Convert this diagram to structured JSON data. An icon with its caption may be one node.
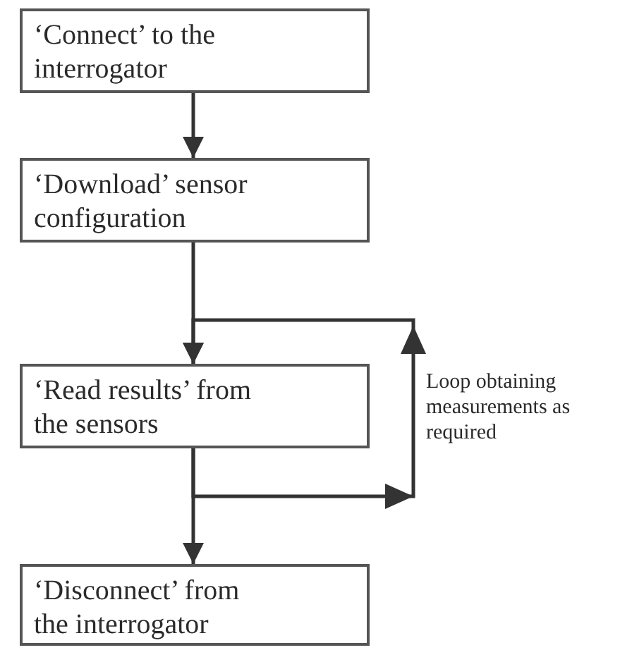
{
  "diagram": {
    "nodes": [
      {
        "text": [
          "‘Connect’ to the interrogator"
        ]
      },
      {
        "text": [
          "‘Download’ sensor configuration"
        ]
      },
      {
        "text": [
          "‘Read results’ from the sensors"
        ]
      },
      {
        "text": [
          "‘Disconnect’ from the interrogator"
        ]
      }
    ],
    "edges": [
      {
        "from": 0,
        "to": 1,
        "arrow": "to"
      },
      {
        "from": 1,
        "to": 2,
        "arrow": "to"
      },
      {
        "from": 2,
        "to": 3,
        "arrow": "to"
      },
      {
        "from": 2,
        "to": 2,
        "arrow": "to",
        "label": "Loop obtaining measurements as required"
      }
    ]
  }
}
